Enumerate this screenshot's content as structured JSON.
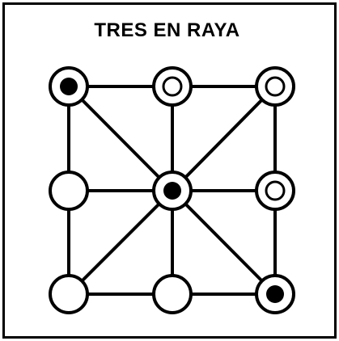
{
  "title": "TRES EN RAYA",
  "board": {
    "rows": 3,
    "cols": 3,
    "cells": [
      [
        "filled",
        "ring",
        "ring"
      ],
      [
        "empty",
        "filled",
        "ring"
      ],
      [
        "empty",
        "empty",
        "filled"
      ]
    ]
  },
  "colors": {
    "stroke": "#000000",
    "background": "#ffffff"
  }
}
